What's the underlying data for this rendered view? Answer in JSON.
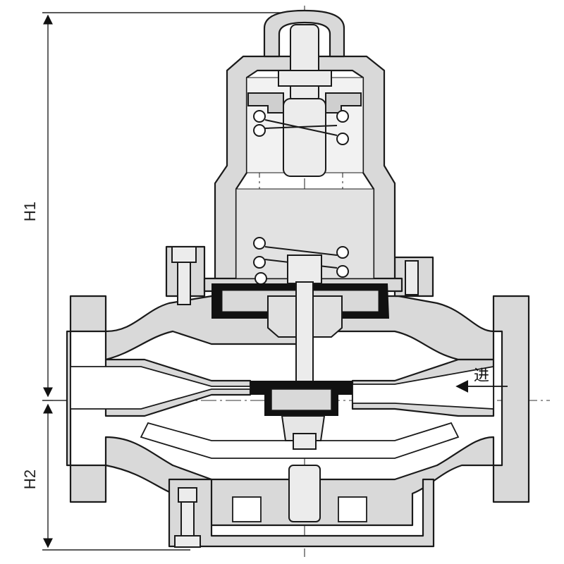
{
  "dimensions": {
    "h1_label": "H1",
    "h2_label": "H2"
  },
  "flow": {
    "inlet_label": "进"
  },
  "colors": {
    "body_fill": "#d9d9d9",
    "body_stroke": "#1a1a1a",
    "part_fill": "#ececec",
    "seal_fill": "#111111",
    "background": "#ffffff"
  }
}
